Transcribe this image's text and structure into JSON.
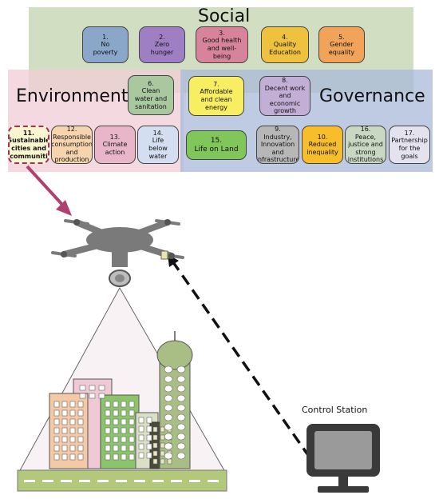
{
  "regions": {
    "social": "Social",
    "environment": "Environment",
    "governance": "Governance"
  },
  "goals": [
    {
      "label": "1.\nNo\npoverty",
      "color": "#8aa7c9"
    },
    {
      "label": "2.\nZero\nhunger",
      "color": "#9f7fc4"
    },
    {
      "label": "3.\nGood health\nand well-\nbeing",
      "color": "#d7839c"
    },
    {
      "label": "4.\nQuality\nEducation",
      "color": "#eec13f"
    },
    {
      "label": "5.\nGender\nequality",
      "color": "#f2a35a"
    },
    {
      "label": "6.\nClean\nwater and\nsanitation",
      "color": "#a9c89f"
    },
    {
      "label": "7.\nAffordable\nand clean\nenergy",
      "color": "#f7ee62"
    },
    {
      "label": "8.\nDecent work\nand\neconomic\ngrowth",
      "color": "#c3aed6"
    },
    {
      "label": "11.\nSustainable\ncities and\ncommuniti",
      "color": "#f9f5cf"
    },
    {
      "label": "12.\nResponsible\nconsumption\nand\nproduction",
      "color": "#f5d4ae"
    },
    {
      "label": "13.\nClimate\naction",
      "color": "#e9b6c9"
    },
    {
      "label": "14.\nLife\nbelow\nwater",
      "color": "#d3dff0"
    },
    {
      "label": "15.\nLife on Land",
      "color": "#80c65a"
    },
    {
      "label": "9.\nIndustry,\nInnovation\nand\nInfrastructure",
      "color": "#b7b7b7"
    },
    {
      "label": "10.\nReduced\ninequality",
      "color": "#f7bd2a"
    },
    {
      "label": "16.\nPeace,\njustice and\nstrong\ninstitutions",
      "color": "#c8d8c2"
    },
    {
      "label": "17.\nPartnership\nfor the\ngoals",
      "color": "#e4e2ef"
    }
  ],
  "station": {
    "label": "Control Station"
  },
  "colors": {
    "social_bg": "#cfdcbf",
    "environment_bg": "#f0cdd5",
    "governance_bg": "#a9b9d9",
    "highlight_border": "#a0325b",
    "arrow": "#b04070",
    "drone": "#7a7a7a",
    "building_green": "#8cc46b",
    "building_peach": "#f3c9a6",
    "building_pink": "#efc9d4",
    "tower": "#a9be84",
    "road": "#b2c87a",
    "monitor": "#3a3a3a",
    "screen": "#9a9a9a"
  }
}
